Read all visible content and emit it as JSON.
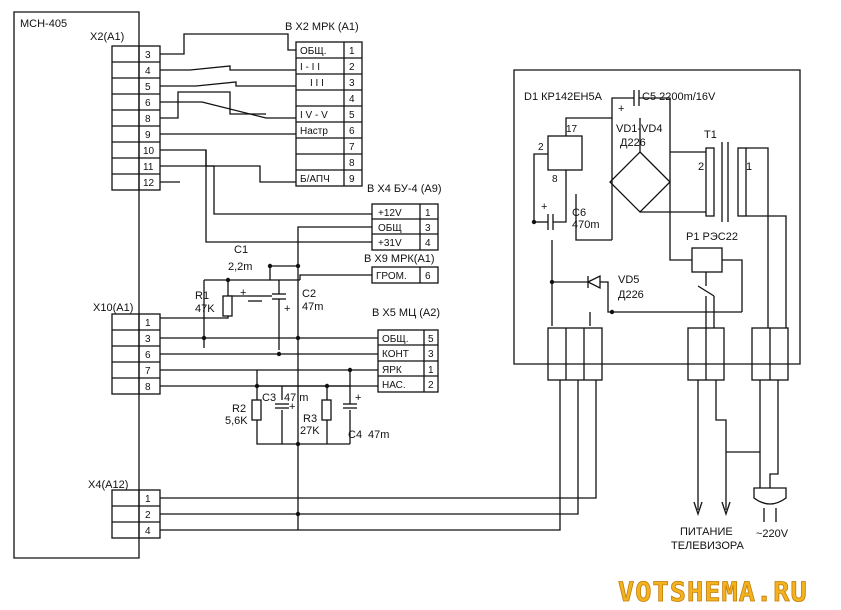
{
  "module": {
    "title": "МСН-405"
  },
  "connectors": {
    "x2": {
      "name": "Х2(А1)",
      "pins": [
        "3",
        "4",
        "5",
        "6",
        "8",
        "9",
        "10",
        "11",
        "12"
      ]
    },
    "x10": {
      "name": "Х10(А1)",
      "pins": [
        "1",
        "3",
        "6",
        "7",
        "8"
      ]
    },
    "x4": {
      "name": "Х4(А12)",
      "pins": [
        "1",
        "2",
        "4"
      ]
    }
  },
  "targets": {
    "x2_mrk": {
      "title": "В Х2 МРК (А1)",
      "rows": [
        {
          "label": "ОБЩ.",
          "num": "1"
        },
        {
          "label": "I - I I",
          "num": "2"
        },
        {
          "label": "I I I",
          "num": "3"
        },
        {
          "label": "",
          "num": "4"
        },
        {
          "label": "I V - V",
          "num": "5"
        },
        {
          "label": "Настр",
          "num": "6"
        },
        {
          "label": "",
          "num": "7"
        },
        {
          "label": "",
          "num": "8"
        },
        {
          "label": "Б/АПЧ",
          "num": "9"
        }
      ]
    },
    "x4_bu": {
      "title": "В Х4 БУ-4 (А9)",
      "rows": [
        {
          "label": "+12V",
          "num": "1"
        },
        {
          "label": "ОБЩ",
          "num": "3"
        },
        {
          "label": "+31V",
          "num": "4"
        }
      ]
    },
    "x9_mrk": {
      "title": "В Х9 МРК(А1)",
      "rows": [
        {
          "label": "ГРОМ.",
          "num": "6"
        }
      ]
    },
    "x5_mc": {
      "title": "В Х5 МЦ (А2)",
      "rows": [
        {
          "label": "ОБЩ.",
          "num": "5"
        },
        {
          "label": "КОНТ",
          "num": "3"
        },
        {
          "label": "ЯРК",
          "num": "1"
        },
        {
          "label": "НАС.",
          "num": "2"
        }
      ]
    }
  },
  "components": {
    "c1": {
      "ref": "С1",
      "value": "2,2m"
    },
    "r1": {
      "ref": "R1",
      "value": "47K"
    },
    "c2": {
      "ref": "С2",
      "value": "47m"
    },
    "r2": {
      "ref": "R2",
      "value": "5,6K"
    },
    "c3": {
      "ref": "С3",
      "value": "47 m"
    },
    "r3": {
      "ref": "R3",
      "value": "27K"
    },
    "c4": {
      "ref": "С4",
      "value": "47m"
    },
    "d1": {
      "ref": "D1 КР142ЕН5А",
      "pin_in": "17",
      "pin_gnd": "2",
      "pin_out": "8"
    },
    "c5": {
      "ref": "С5 2200m/16V"
    },
    "vd1": {
      "ref": "VD1-VD4",
      "value": "Д226"
    },
    "t1": {
      "ref": "Т1",
      "w1": "1",
      "w2": "2"
    },
    "c6": {
      "ref": "С6",
      "value": "470m"
    },
    "p1": {
      "ref": "Р1 РЭС22"
    },
    "vd5": {
      "ref": "VD5",
      "value": "Д226"
    }
  },
  "power": {
    "tv_line1": "ПИТАНИЕ",
    "tv_line2": "ТЕЛЕВИЗОРА",
    "mains": "~220V"
  },
  "watermark": "VOTSHEMA.RU"
}
